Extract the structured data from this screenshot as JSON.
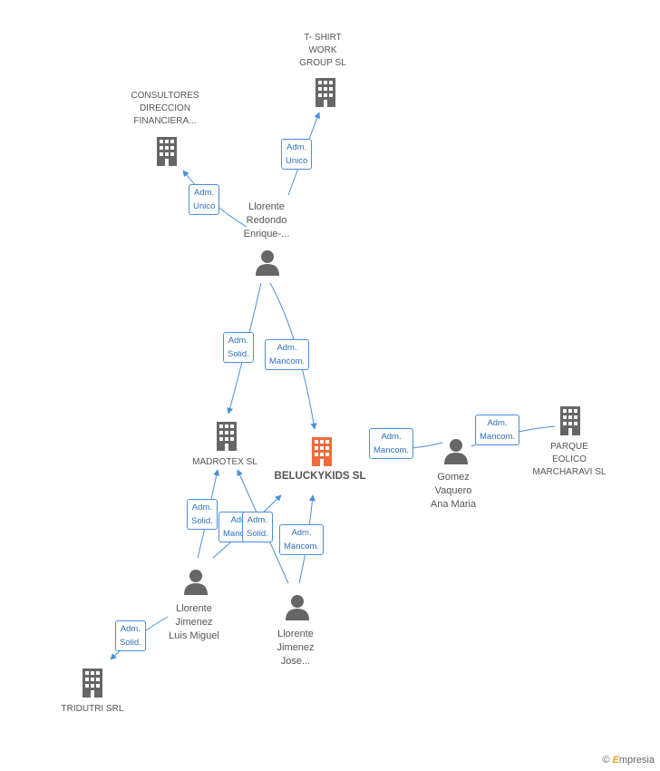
{
  "companies": [
    {
      "id": "tshirt",
      "lines": [
        "T- SHIRT",
        "WORK",
        "GROUP SL"
      ],
      "highlight": false
    },
    {
      "id": "consultores",
      "lines": [
        "CONSULTORES",
        "DIRECCION",
        "FINANCIERA..."
      ],
      "highlight": false
    },
    {
      "id": "madrotex",
      "lines": [
        "MADROTEX SL"
      ],
      "highlight": false
    },
    {
      "id": "beluckykids",
      "lines": [
        "BELUCKYKIDS SL"
      ],
      "highlight": true
    },
    {
      "id": "parque",
      "lines": [
        "PARQUE",
        "EOLICO",
        "MARCHARAVI SL"
      ],
      "highlight": false
    },
    {
      "id": "tridutri",
      "lines": [
        "TRIDUTRI SRL"
      ],
      "highlight": false
    }
  ],
  "persons": [
    {
      "id": "enrique",
      "lines": [
        "Llorente",
        "Redondo",
        "Enrique-..."
      ]
    },
    {
      "id": "gomez",
      "lines": [
        "Gomez",
        "Vaquero",
        "Ana Maria"
      ]
    },
    {
      "id": "luis",
      "lines": [
        "Llorente",
        "Jimenez",
        "Luis Miguel"
      ]
    },
    {
      "id": "jose",
      "lines": [
        "Llorente",
        "Jimenez",
        "Jose..."
      ]
    }
  ],
  "edge_labels": [
    {
      "id": "e1",
      "lines": [
        "Adm.",
        "Unico"
      ]
    },
    {
      "id": "e2",
      "lines": [
        "Adm.",
        "Unico"
      ]
    },
    {
      "id": "e3",
      "lines": [
        "Adm.",
        "Solid."
      ]
    },
    {
      "id": "e4",
      "lines": [
        "Adm.",
        "Mancom."
      ]
    },
    {
      "id": "e5",
      "lines": [
        "Adm.",
        "Mancom."
      ]
    },
    {
      "id": "e6",
      "lines": [
        "Adm.",
        "Mancom."
      ]
    },
    {
      "id": "e7",
      "lines": [
        "Adm.",
        "Solid."
      ]
    },
    {
      "id": "e8",
      "lines": [
        "Adm.",
        "Mancom."
      ]
    },
    {
      "id": "e9",
      "lines": [
        "Adm.",
        "Solid."
      ]
    },
    {
      "id": "e10",
      "lines": [
        "Adm.",
        "Mancom."
      ]
    },
    {
      "id": "e11",
      "lines": [
        "Adm.",
        "Solid."
      ]
    }
  ],
  "colors": {
    "edge": "#4a8fd9",
    "icon": "#666666",
    "highlight": "#f26a3b"
  },
  "icons": {
    "company": "building-icon",
    "person": "person-icon"
  },
  "watermark": {
    "copyright": "©",
    "brand_initial": "E",
    "brand_rest": "mpresia"
  }
}
